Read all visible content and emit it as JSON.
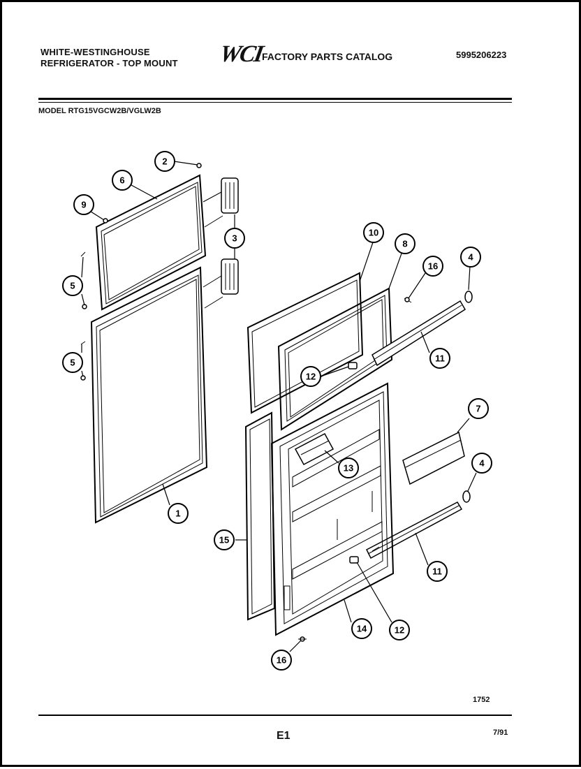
{
  "header": {
    "brand_line1": "WHITE-WESTINGHOUSE",
    "brand_line2": "REFRIGERATOR - TOP MOUNT",
    "logo": "WCI",
    "catalog_title": "FACTORY PARTS CATALOG",
    "part_number": "5995206223"
  },
  "model_line": "MODEL RTG15VGCW2B/VGLW2B",
  "footer": {
    "figure_number": "1752",
    "page_code": "E1",
    "date": "7/91"
  },
  "callouts": [
    "1",
    "2",
    "3",
    "4",
    "4",
    "5",
    "5",
    "6",
    "7",
    "8",
    "9",
    "10",
    "11",
    "11",
    "12",
    "12",
    "13",
    "14",
    "15",
    "16",
    "16"
  ]
}
